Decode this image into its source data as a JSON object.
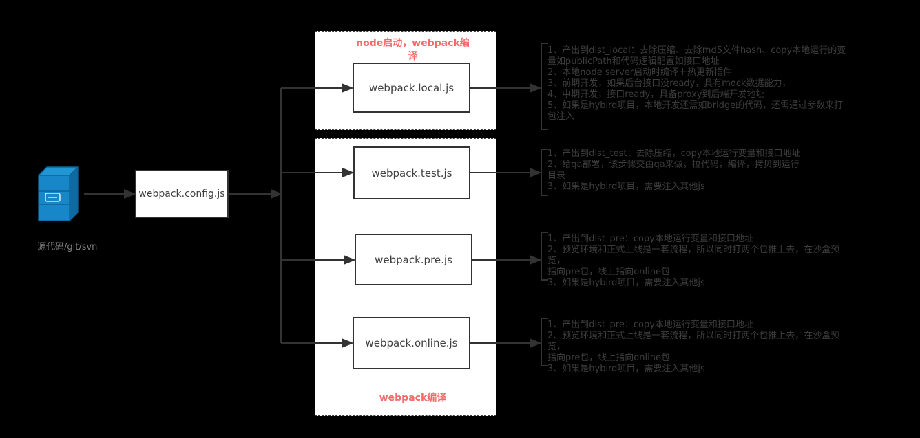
{
  "diagram_title": "webpack build flow",
  "colors": {
    "background": "#000000",
    "accent_red": "#f56a6a",
    "line": "#333333",
    "box_border": "#333333",
    "box_text": "#404040",
    "annotation_text": "#3d3d3d",
    "source_label_text": "#7f7f7f",
    "icon_blue_front": "#1787c9",
    "icon_blue_top": "#2196d4",
    "icon_blue_side": "#0f6aa4"
  },
  "source": {
    "icon": "server-box-icon",
    "label": "源代码/git/svn"
  },
  "config_node": {
    "label": "webpack.config.js"
  },
  "groups": [
    {
      "title": "node启动，webpack编\n译"
    },
    {
      "title": "webpack编译"
    }
  ],
  "nodes": [
    {
      "label": "webpack.local.js"
    },
    {
      "label": "webpack.test.js"
    },
    {
      "label": "webpack.pre.js"
    },
    {
      "label": "webpack.online.js"
    }
  ],
  "annotations": [
    {
      "text": "1、产出到dist_local：去除压缩、去除md5文件hash、copy本地运行的变\n量如publicPath和代码逻辑配置如接口地址\n2、本地node server启动时编译＋热更新插件\n3、前期开发，如果后台接口没ready，具有mock数据能力，\n4、中期开发，接口ready，具备proxy到后端开发地址\n5、如果是hybird项目，本地开发还需如bridge的代码，还需通过参数来打\n包注入"
    },
    {
      "text": "1、产出到dist_test：去除压缩，copy本地运行变量和接口地址\n2、给qa部署，该步骤交由qa来做，拉代码，编译，拷贝到运行\n目录\n3、如果是hybird项目，需要注入其他js"
    },
    {
      "text": "1、产出到dist_pre：copy本地运行变量和接口地址\n2、预览环境和正式上线是一套流程，所以同时打两个包推上去，在沙盒预览，\n指向pre包，线上指向online包\n3、如果是hybird项目，需要注入其他js"
    },
    {
      "text": "1、产出到dist_pre：copy本地运行变量和接口地址\n2、预览环境和正式上线是一套流程，所以同时打两个包推上去，在沙盒预览，\n指向pre包，线上指向online包\n3、如果是hybird项目，需要注入其他js"
    }
  ]
}
